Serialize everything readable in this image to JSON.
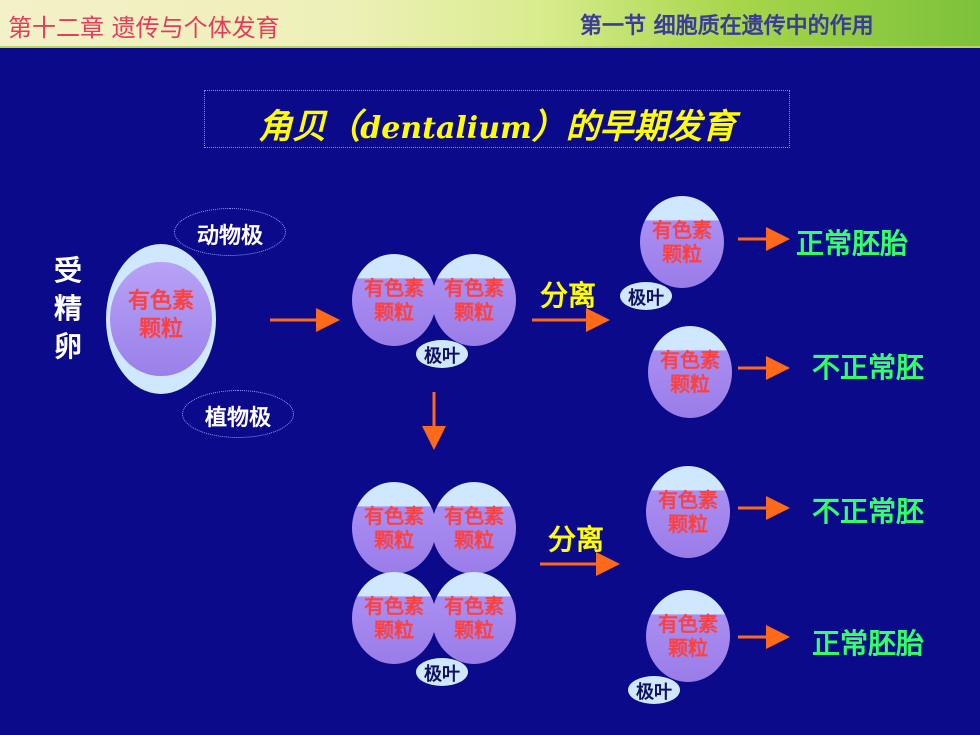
{
  "header": {
    "chapter": "第十二章  遗传与个体发育",
    "section": "第一节  细胞质在遗传中的作用"
  },
  "title": {
    "cn1": "角贝（",
    "en": "dentalium",
    "cn2": "）的早期发育"
  },
  "egg_label_lines": [
    "受",
    "精",
    "卵"
  ],
  "poles": {
    "animal": "动物极",
    "vegetal": "植物极"
  },
  "pigment_line1": "有色素",
  "pigment_line2": "颗粒",
  "polar_lobe": "极叶",
  "separate": "分离",
  "results": [
    "正常胚胎",
    "不正常胚",
    "不正常胚",
    "正常胚胎"
  ],
  "colors": {
    "arrow": "#ff6a1a",
    "result_text": "#33ff66",
    "title": "#ffff00"
  }
}
